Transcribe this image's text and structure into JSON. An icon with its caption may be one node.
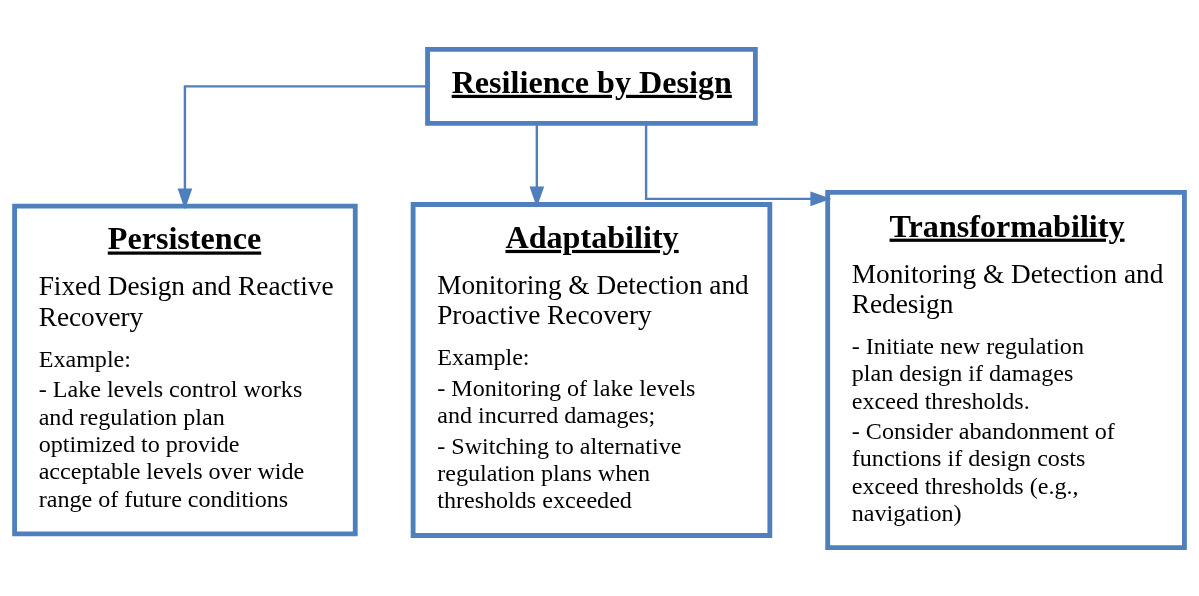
{
  "diagram": {
    "nodes": [
      {
        "text": [
          "Resilience by Design"
        ]
      },
      {
        "text": [
          "Persistence",
          "Fixed Design and Reactive Recovery",
          "Example:",
          "- Lake levels control works and regulation plan optimized to provide acceptable levels over wide range of future conditions"
        ]
      },
      {
        "text": [
          "Adaptability",
          "Monitoring & Detection and Proactive Recovery",
          "Example:",
          "- Monitoring of lake levels and incurred damages;",
          "- Switching to alternative regulation plans when thresholds exceeded"
        ]
      },
      {
        "text": [
          "Transformability",
          "Monitoring & Detection and Redesign",
          "- Initiate new regulation plan design if damages exceed thresholds.",
          "- Consider abandonment of functions if design costs exceed thresholds (e.g., navigation)"
        ]
      }
    ],
    "edges": [
      {
        "from": 0,
        "to": 1,
        "arrow": "to"
      },
      {
        "from": 0,
        "to": 2,
        "arrow": "to"
      },
      {
        "from": 0,
        "to": 3,
        "arrow": "to"
      }
    ]
  }
}
